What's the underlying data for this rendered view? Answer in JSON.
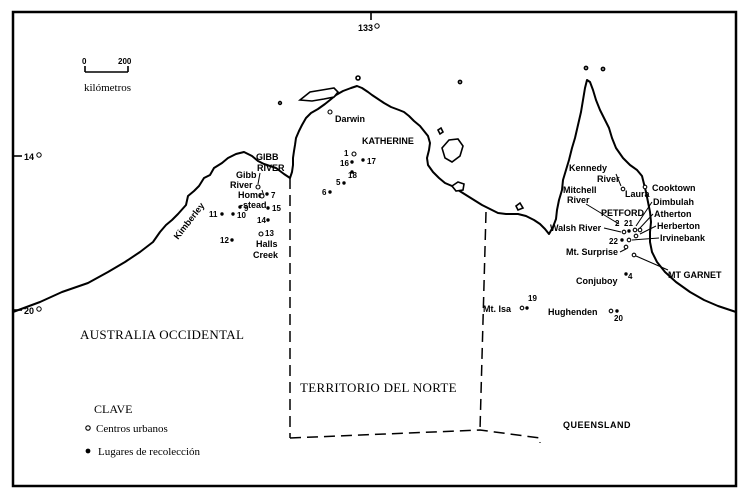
{
  "scale": {
    "zero": "0",
    "max": "200",
    "unit": "kilómetros"
  },
  "graticule": {
    "lon_133": "133",
    "lat_14": "14",
    "lat_20": "20"
  },
  "regions": {
    "wa": "AUSTRALIA OCCIDENTAL",
    "nt": "TERRITORIO DEL NORTE",
    "qld": "QUEENSLAND"
  },
  "legend": {
    "title": "CLAVE",
    "urban": "Centros urbanos",
    "sites": "Lugares de recolección"
  },
  "places": {
    "darwin": "Darwin",
    "katherine": "KATHERINE",
    "gibb_river_1": "GIBB",
    "gibb_river_2": "RIVER",
    "homestead_1": "Gibb",
    "homestead_2": "River",
    "homestead_3": "Home",
    "homestead_4": "-stead",
    "kimberley": "Kimberley",
    "halls_creek_1": "Halls",
    "halls_creek_2": "Creek",
    "mt_isa": "Mt. Isa",
    "hughenden": "Hughenden",
    "kennedy_river_1": "Kennedy",
    "kennedy_river_2": "River",
    "laura": "Laura",
    "cooktown": "Cooktown",
    "mitchell_river_1": "Mitchell",
    "mitchell_river_2": "River",
    "petford": "PETFORD",
    "dimbulah": "Dimbulah",
    "atherton": "Atherton",
    "walsh_river": "Walsh River",
    "herberton": "Herberton",
    "irvinebank": "Irvinebank",
    "mt_surprise": "Mt. Surprise",
    "mt_garnet": "MT GARNET",
    "conjuboy": "Conjuboy"
  },
  "sites": {
    "s1": "1",
    "s2": "2",
    "s4": "4",
    "s5": "5",
    "s6": "6",
    "s7": "7",
    "s9": "9",
    "s10": "10",
    "s11": "11",
    "s12": "12",
    "s13": "13",
    "s14": "14",
    "s15": "15",
    "s16": "16",
    "s17": "17",
    "s18": "18",
    "s19": "19",
    "s20": "20",
    "s21": "21",
    "s22": "22"
  }
}
